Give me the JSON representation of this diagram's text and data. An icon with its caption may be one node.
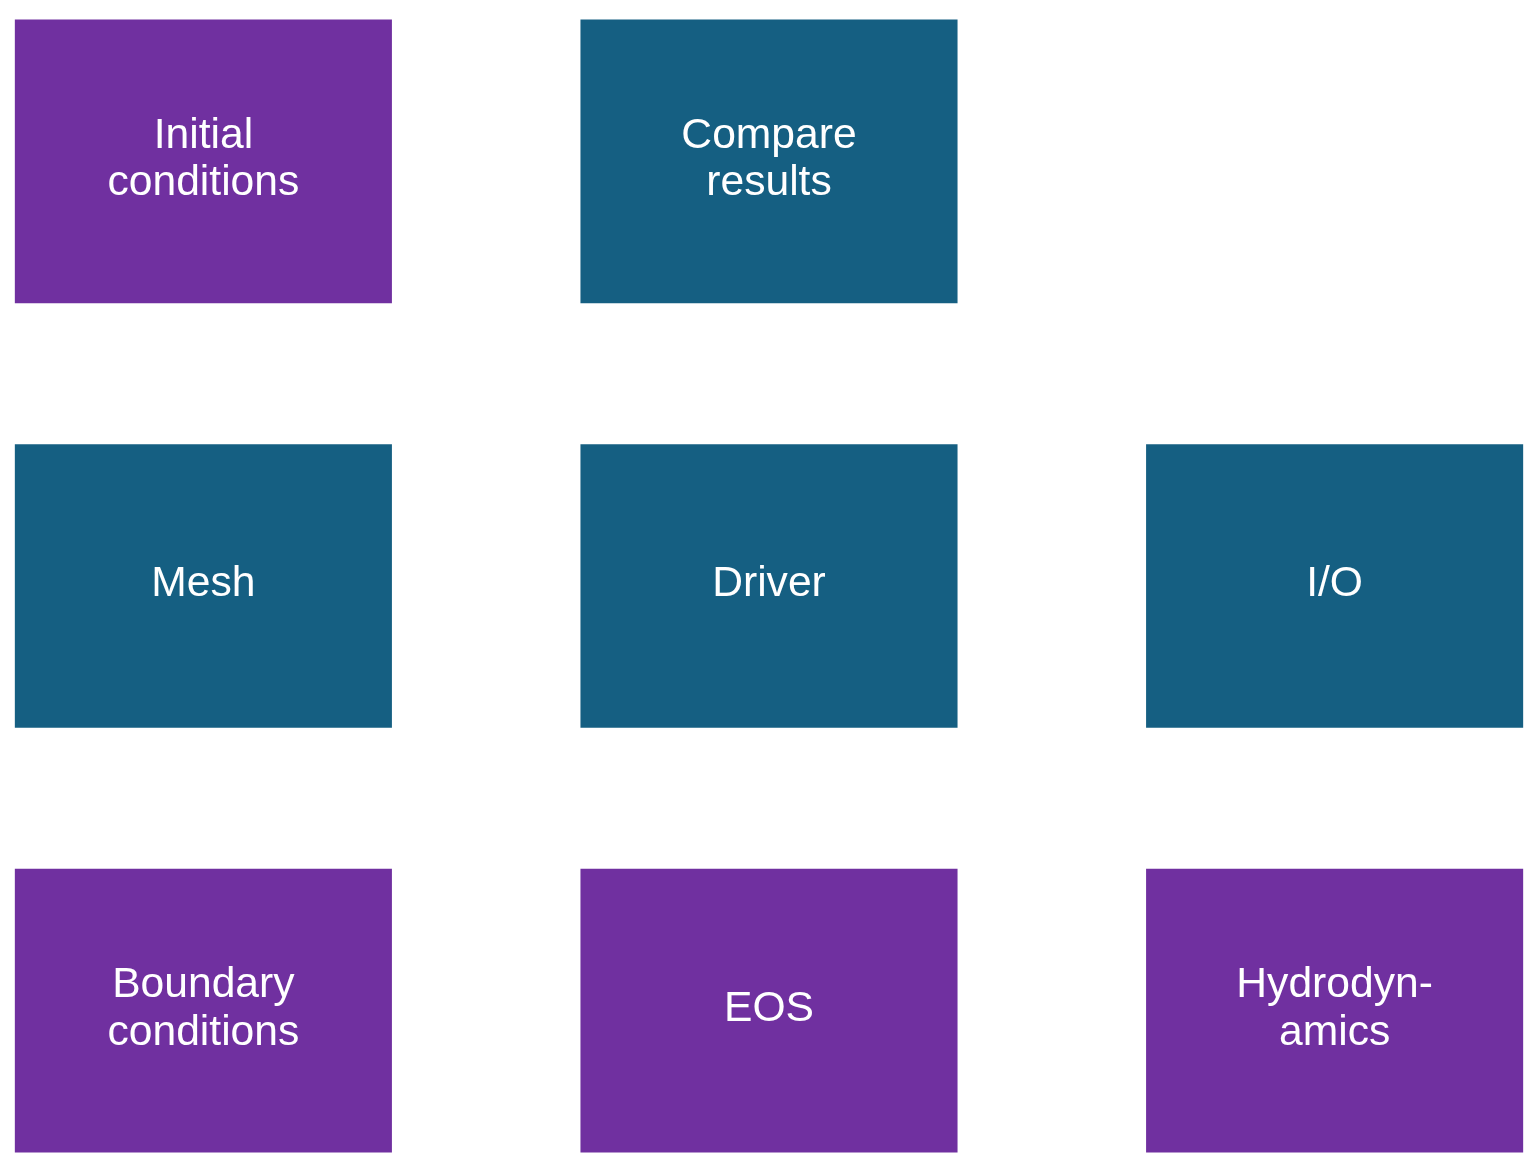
{
  "diagram": {
    "nodes": [
      {
        "text": [
          "Initial conditions"
        ]
      },
      {
        "text": [
          "Compare results"
        ]
      },
      {
        "text": [
          "Mesh"
        ]
      },
      {
        "text": [
          "Driver"
        ]
      },
      {
        "text": [
          "I/O"
        ]
      },
      {
        "text": [
          "Boundary conditions"
        ]
      },
      {
        "text": [
          "EOS"
        ]
      },
      {
        "text": [
          "Hydrodyn- amics"
        ]
      }
    ]
  }
}
